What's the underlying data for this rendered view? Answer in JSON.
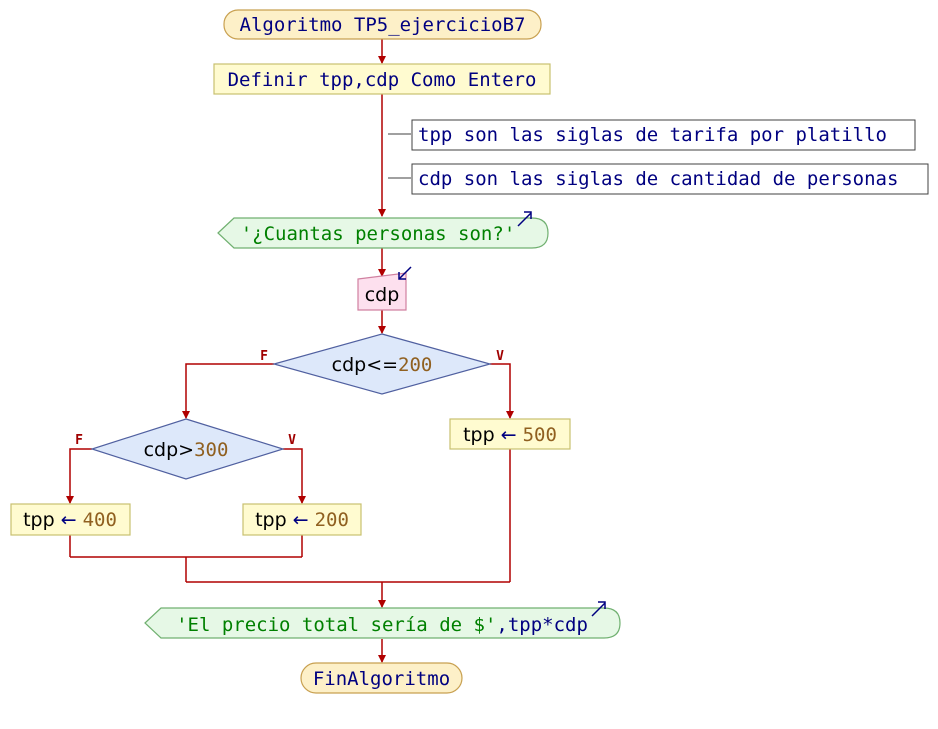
{
  "colors": {
    "line": "#b00000",
    "terminal_fill": "#fdf0c8",
    "terminal_stroke": "#c8a050",
    "process_fill": "#fffbd0",
    "process_stroke": "#c8c070",
    "io_fill": "#e6f8e6",
    "io_stroke": "#70b070",
    "input_fill": "#fde0ee",
    "input_stroke": "#d080a0",
    "decision_fill": "#dde8fa",
    "decision_stroke": "#5060a0",
    "comment_stroke": "#404040",
    "keyword": "#000080",
    "string": "#008000",
    "number": "#906020",
    "text": "#000000",
    "branch_label": "#a00000"
  },
  "nodes": {
    "start": "Algoritmo TP5_ejercicioB7",
    "define": "Definir tpp,cdp Como Entero",
    "comment1": "tpp son las siglas de tarifa por platillo",
    "comment2": "cdp son las siglas de cantidad de personas",
    "prompt": "'¿Cuantas personas son?'",
    "read_var": "cdp",
    "decision1": {
      "var": "cdp",
      "op": "<=",
      "num": "200"
    },
    "assign500": {
      "var": "tpp",
      "arrow": "←",
      "num": "500"
    },
    "decision2": {
      "var": "cdp",
      "op": ">",
      "num": "300"
    },
    "assign400": {
      "var": "tpp",
      "arrow": "←",
      "num": "400"
    },
    "assign200": {
      "var": "tpp",
      "arrow": "←",
      "num": "200"
    },
    "output": {
      "str": "'El precio total sería de $'",
      "rest": ",tpp*cdp"
    },
    "end": "FinAlgoritmo"
  },
  "branch_labels": {
    "false": "F",
    "true": "V"
  }
}
